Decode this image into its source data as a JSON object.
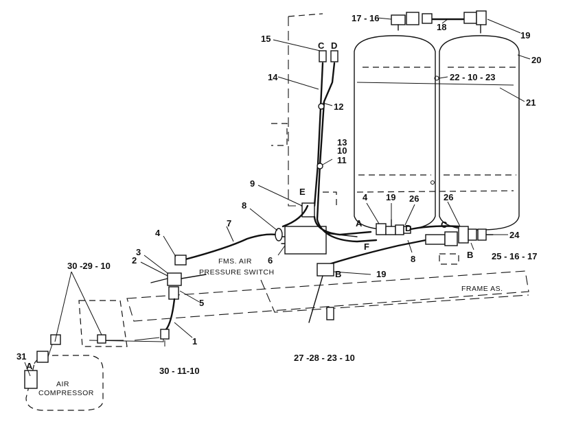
{
  "captions": {
    "fms_line1": "FMS. AIR",
    "fms_line2": "PRESSURE SWITCH",
    "frame": "FRAME AS.",
    "compressor_line1": "AIR",
    "compressor_line2": "COMPRESSOR"
  },
  "callouts": {
    "c17_16": "17 - 16",
    "c18": "18",
    "c19_top": "19",
    "c20": "20",
    "c22_10_23": "22 - 10 - 23",
    "c21": "21",
    "c15": "15",
    "cC_top": "C",
    "cD_top": "D",
    "c14": "14",
    "c12": "12",
    "c13": "13",
    "c10": "10",
    "c11": "11",
    "c9": "9",
    "cE": "E",
    "c8_left": "8",
    "c7": "7",
    "c6": "6",
    "c4_left": "4",
    "c3": "3",
    "c2": "2",
    "c5": "5",
    "c1": "1",
    "c30_29_10": "30 -29 - 10",
    "c31": "31",
    "cA_comp": "A",
    "c30_11_10": "30 - 11-10",
    "c4_mid": "4",
    "c19_mid": "19",
    "c26_mid": "26",
    "cA_mid": "A",
    "cD_mid": "D",
    "cF": "F",
    "c26_right": "26",
    "cC_right": "C",
    "c24": "24",
    "cB_right": "B",
    "c25_16_17": "25 - 16 - 17",
    "c8_mid": "8",
    "c19_low": "19",
    "cB_low": "B",
    "c27_28_23_10": "27 -28 - 23 - 10"
  }
}
